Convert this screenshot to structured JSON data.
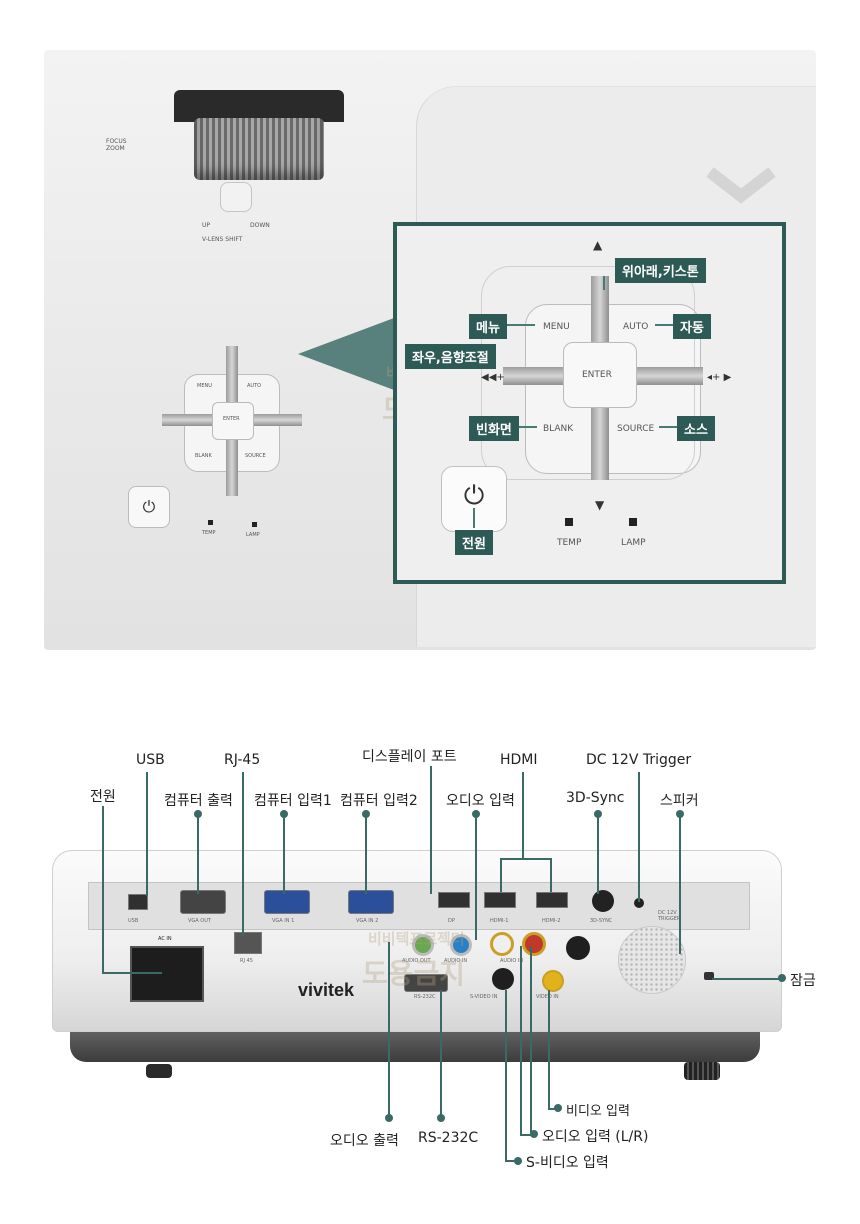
{
  "top_panel": {
    "focus_zoom": "FOCUS\nZOOM",
    "lens_shift_up": "UP",
    "lens_shift_down": "DOWN",
    "lens_shift": "V-LENS SHIFT",
    "menu": "MENU",
    "auto": "AUTO",
    "enter": "ENTER",
    "blank": "BLANK",
    "source": "SOURCE",
    "temp": "TEMP",
    "lamp": "LAMP"
  },
  "callouts": {
    "up_down_keystone": "위아래,키스톤",
    "menu": "메뉴",
    "auto": "자동",
    "left_right_volume": "좌우,음향조절",
    "blank": "빈화면",
    "source": "소스",
    "power": "전원"
  },
  "watermark": {
    "line1": "비비텍프로젝터",
    "line2": "도용금지"
  },
  "rear_labels": {
    "usb": "USB",
    "rj45": "RJ-45",
    "displayport": "디스플레이 포트",
    "hdmi": "HDMI",
    "dc12v": "DC 12V Trigger",
    "power": "전원",
    "computer_out": "컴퓨터 출력",
    "computer_in1": "컴퓨터 입력1",
    "computer_in2": "컴퓨터 입력2",
    "audio_in": "오디오 입력",
    "sync3d": "3D-Sync",
    "speaker": "스피커",
    "lock": "잠금",
    "video_in": "비디오 입력",
    "audio_in_lr": "오디오 입력 (L/R)",
    "audio_out": "오디오 출력",
    "rs232c": "RS-232C",
    "svideo_in": "S-비디오 입력"
  },
  "rear_panel_text": {
    "brand": "vivitek",
    "ac_in": "AC IN",
    "usb": "USB",
    "vga_out": "VGA OUT",
    "vga_in1": "VGA IN 1",
    "vga_in2": "VGA IN 2",
    "rj45": "RJ 45",
    "dp": "DP",
    "hdmi1": "HDMI-1",
    "hdmi2": "HDMI-2",
    "sync3d": "3D-SYNC",
    "dc12v": "DC 12V TRIGGER",
    "audio_out": "AUDIO OUT",
    "audio_in": "AUDIO IN",
    "audio_in_lr": "AUDIO IN",
    "rs232c": "RS-232C",
    "svideo_in": "S-VIDEO IN",
    "video_in": "VIDEO IN"
  }
}
